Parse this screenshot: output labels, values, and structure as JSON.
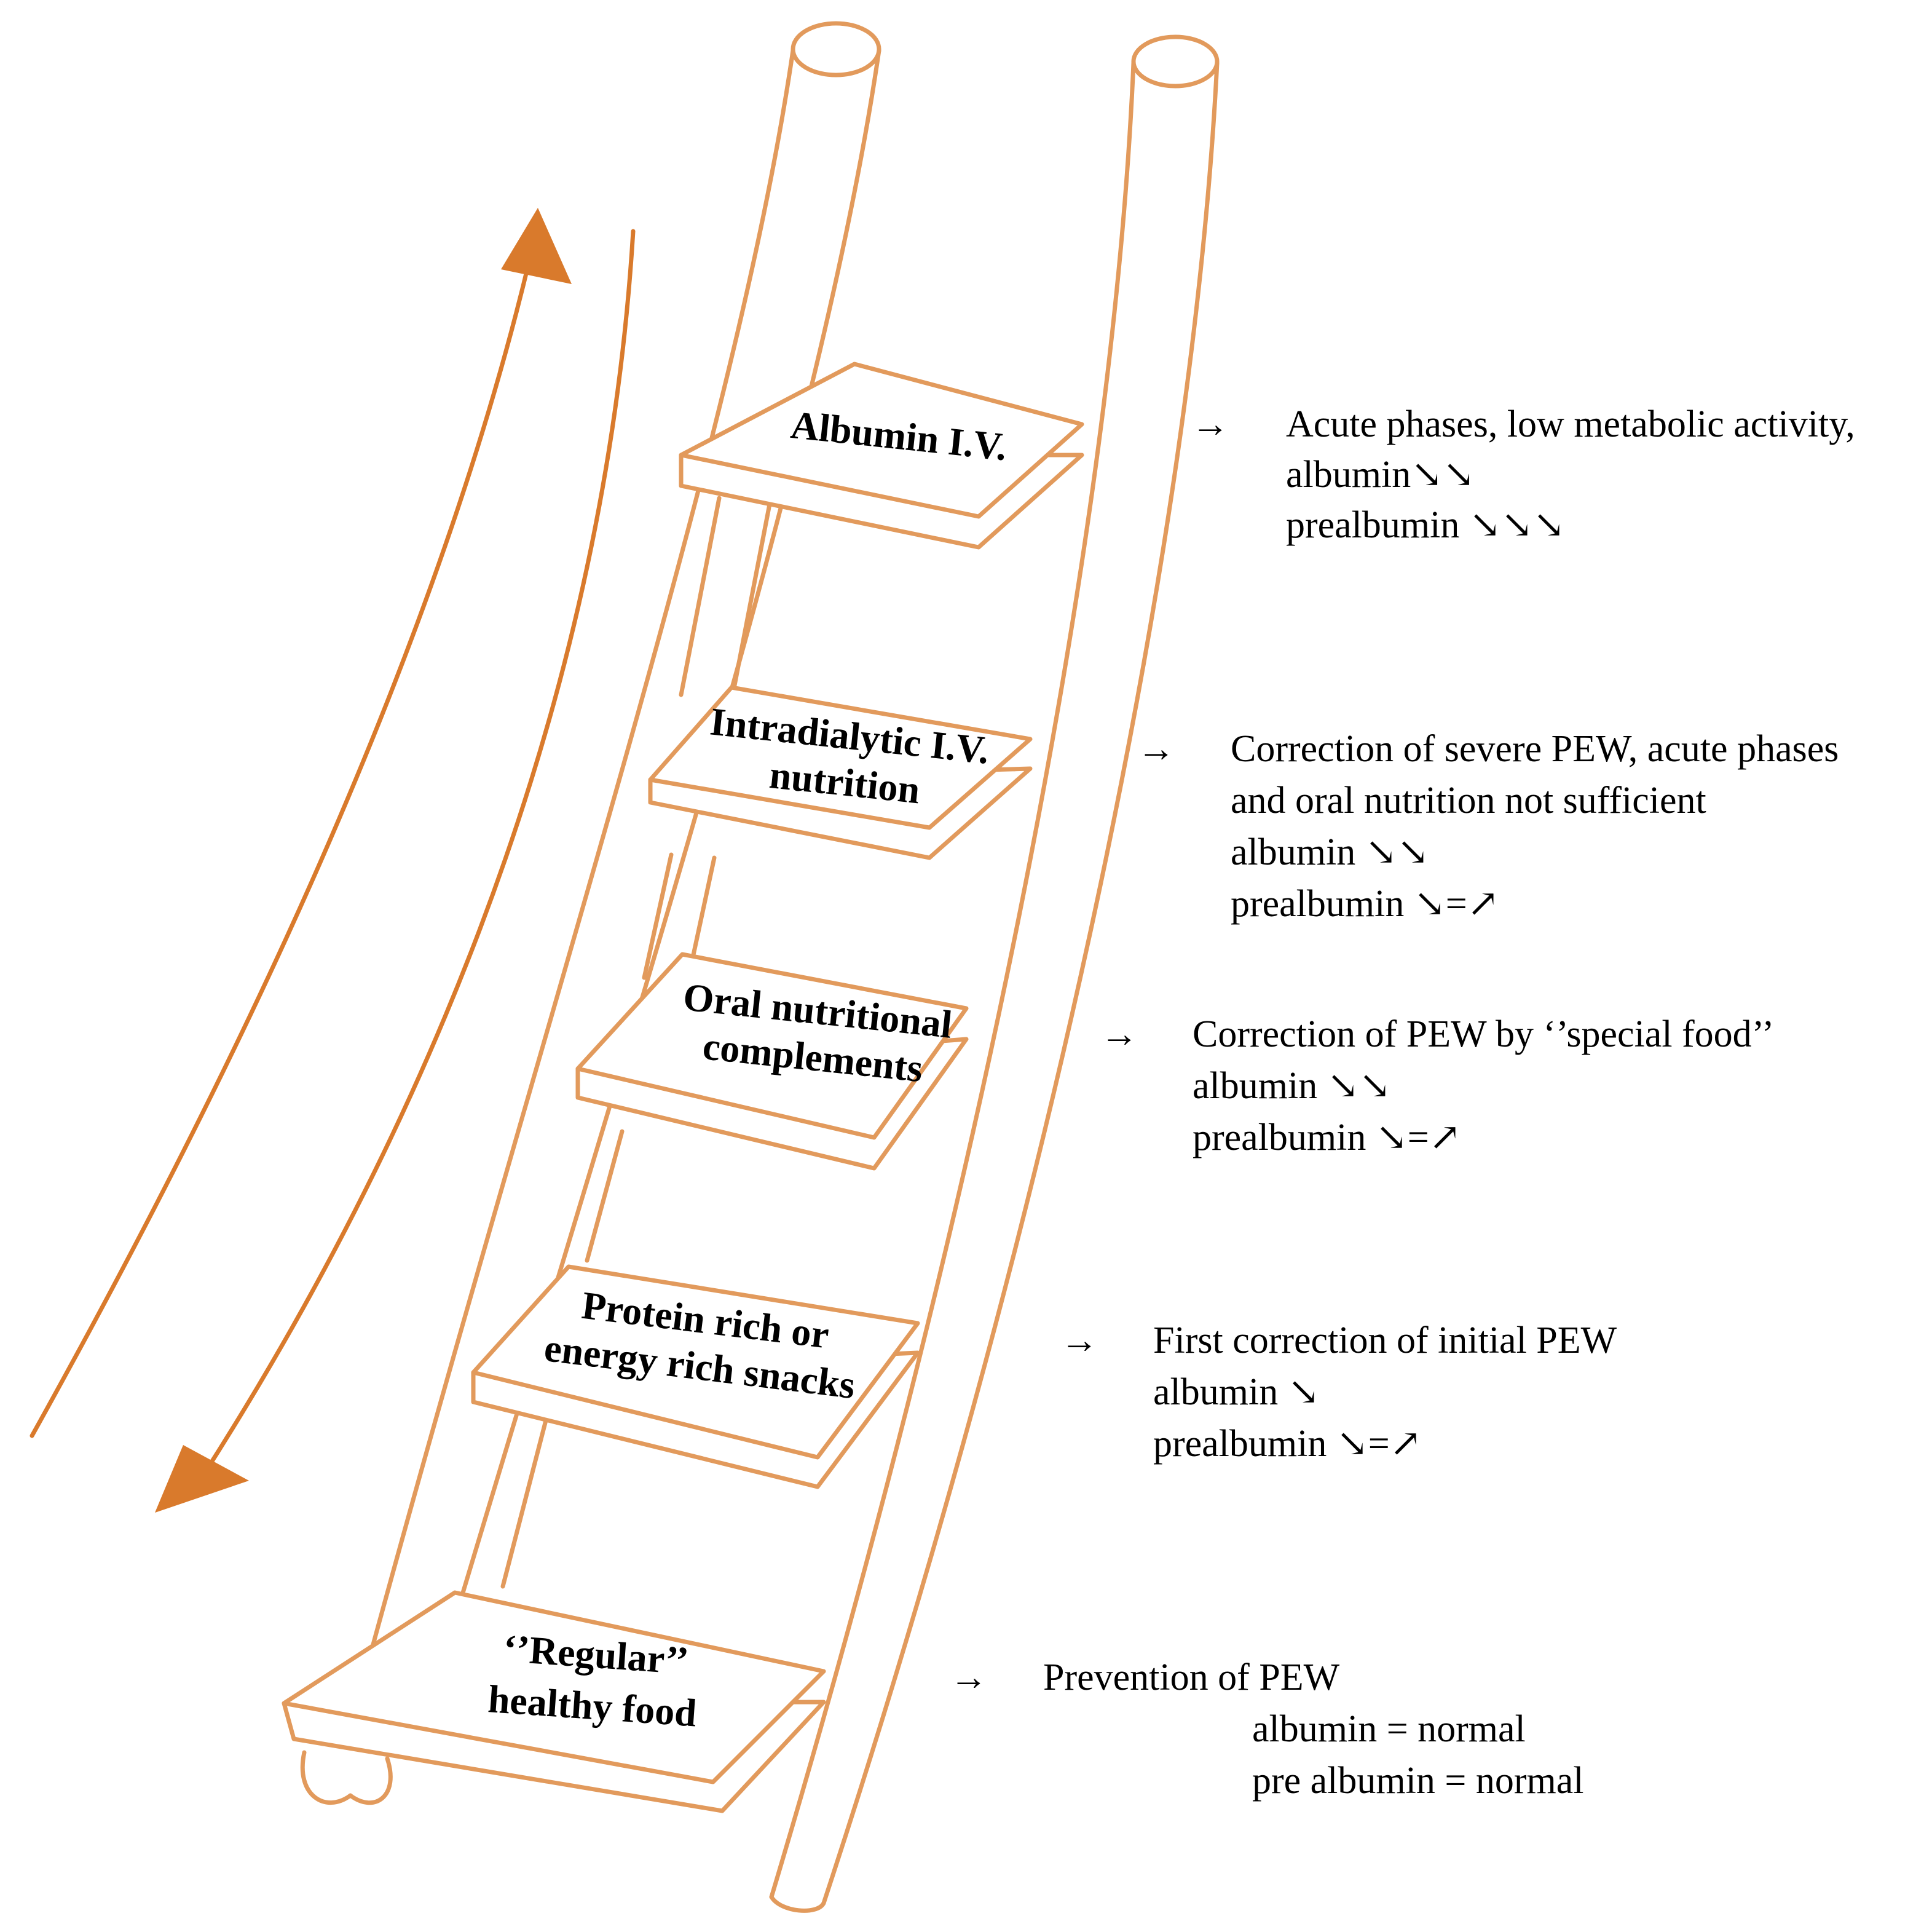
{
  "colors": {
    "ladder": "#e29a5c",
    "arrow": "#d97a2c",
    "text": "#000000"
  },
  "icons": {
    "note_arrow": "right-arrow-icon",
    "up_arrow": "curved-up-arrow-icon",
    "down_arrow": "curved-down-arrow-icon"
  },
  "arrow_glyph": "→",
  "steps": [
    {
      "id": "albumin-iv",
      "label_lines": [
        "Albumin I.V."
      ],
      "notes": [
        "Acute phases, low metabolic activity,",
        "albumin↘↘",
        "prealbumin ↘↘↘"
      ]
    },
    {
      "id": "intradialytic-iv",
      "label_lines": [
        "Intradialytic I.V.",
        "nutrition"
      ],
      "notes": [
        "Correction of severe PEW, acute phases",
        "and oral nutrition not sufficient",
        "albumin ↘↘",
        "prealbumin ↘=↗"
      ]
    },
    {
      "id": "oral-complements",
      "label_lines": [
        "Oral nutritional",
        "complements"
      ],
      "notes": [
        "Correction of PEW by ‘’special food’’",
        "albumin ↘↘",
        "prealbumin ↘=↗"
      ]
    },
    {
      "id": "snacks",
      "label_lines": [
        "Protein rich or",
        "energy rich snacks"
      ],
      "notes": [
        "First correction of initial PEW",
        "albumin ↘",
        "prealbumin ↘=↗"
      ]
    },
    {
      "id": "regular-food",
      "label_lines": [
        "‘’Regular’’",
        "healthy food"
      ],
      "notes": [
        "Prevention of PEW",
        "albumin = normal",
        "pre albumin = normal"
      ]
    }
  ]
}
